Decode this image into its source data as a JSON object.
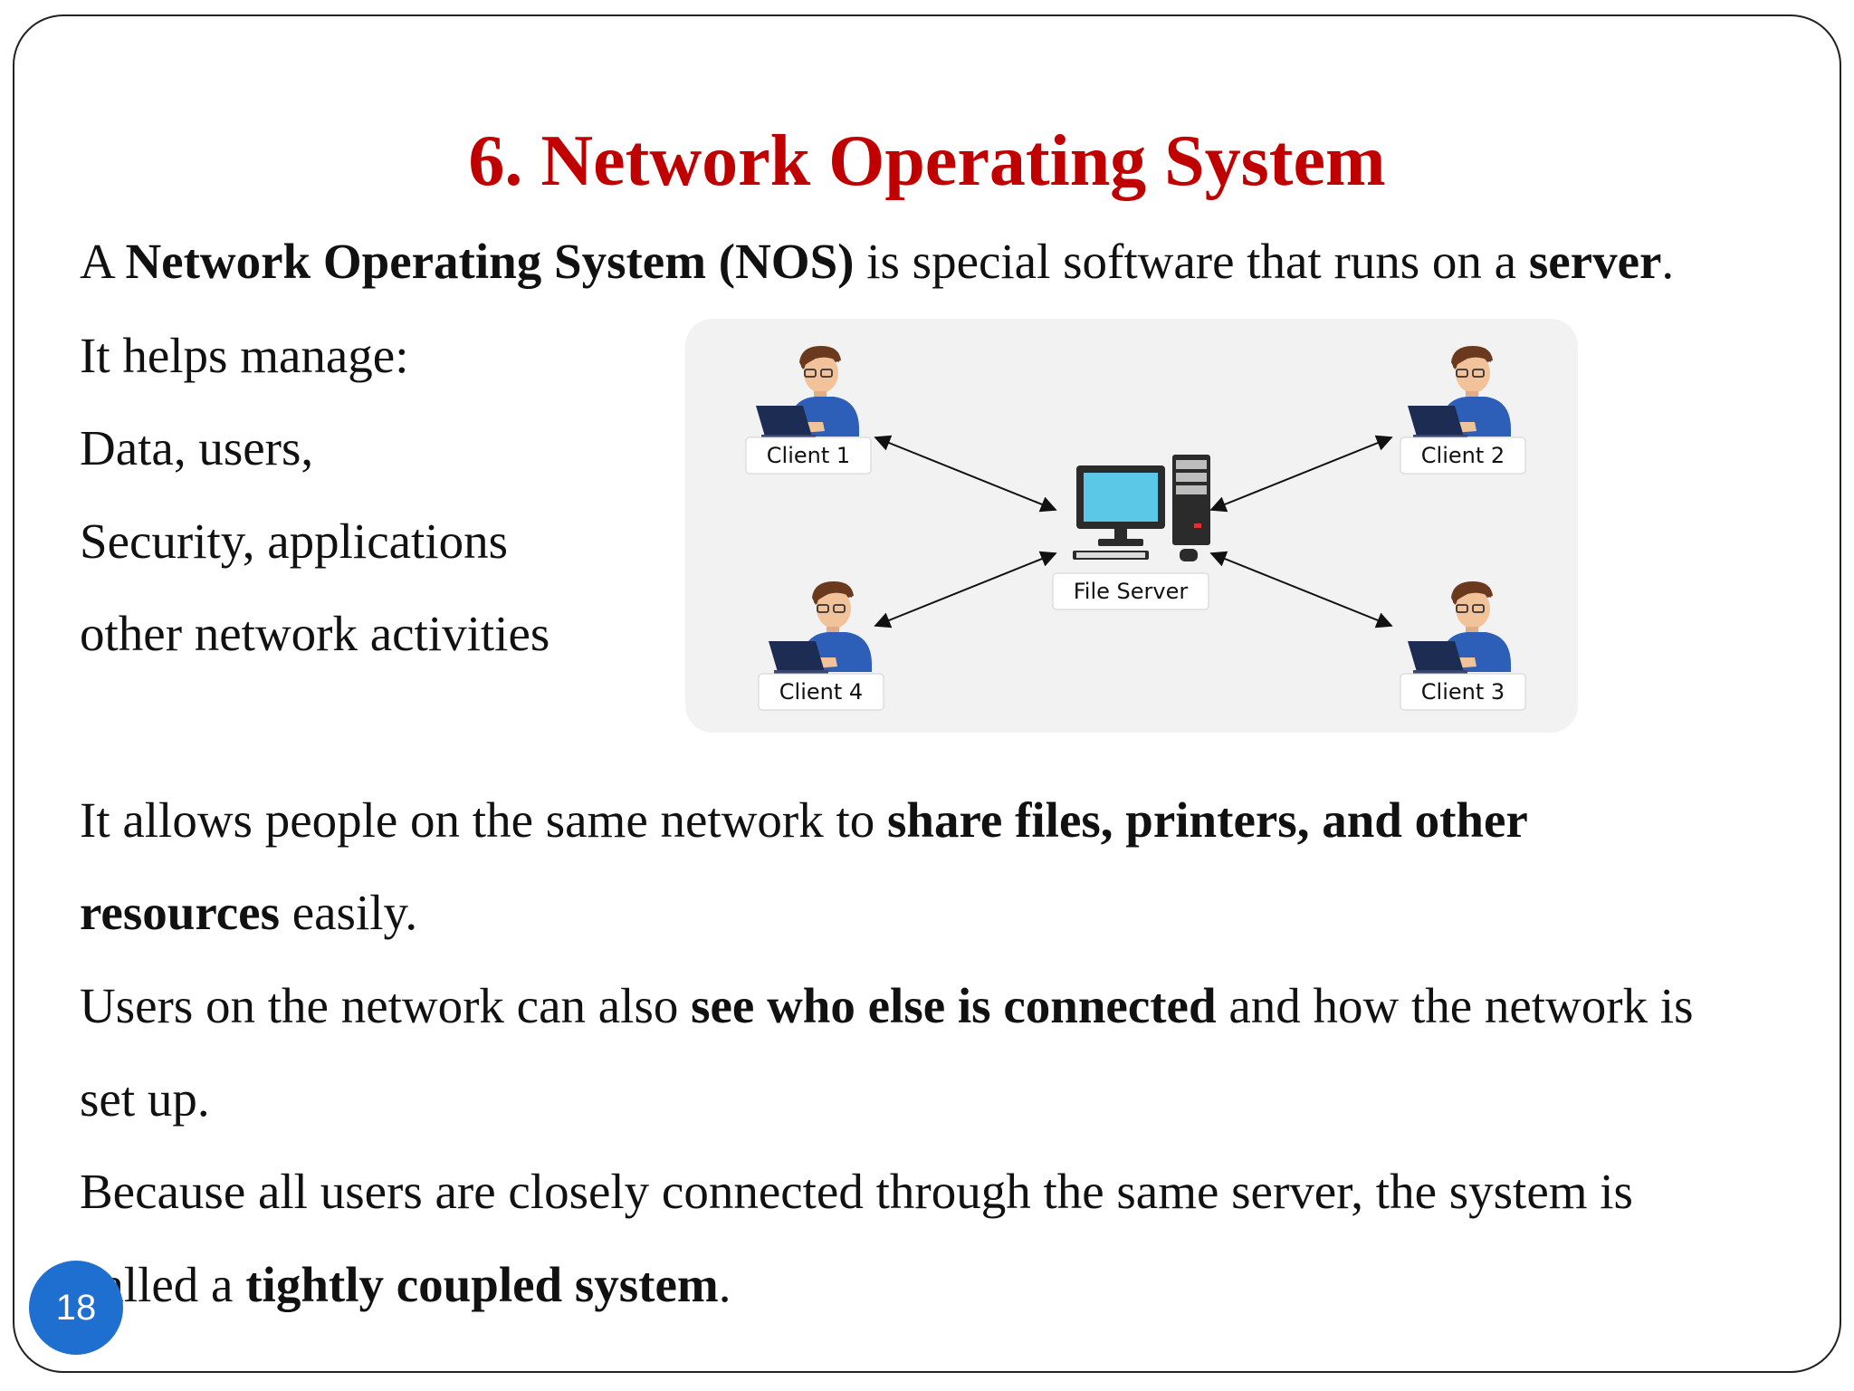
{
  "slide": {
    "title": "6. Network Operating System",
    "page_number": "18",
    "lines": [
      {
        "segments": [
          {
            "t": "A ",
            "b": false
          },
          {
            "t": "Network Operating System (NOS)",
            "b": true
          },
          {
            "t": " is special software that runs on a ",
            "b": false
          },
          {
            "t": "server",
            "b": true
          },
          {
            "t": ".",
            "b": false
          }
        ]
      },
      {
        "segments": [
          {
            "t": "It helps manage:",
            "b": false
          }
        ]
      },
      {
        "segments": [
          {
            "t": "Data, users,",
            "b": false
          }
        ]
      },
      {
        "segments": [
          {
            "t": "Security, applications",
            "b": false
          }
        ]
      },
      {
        "segments": [
          {
            "t": "other network activities",
            "b": false
          }
        ]
      },
      {
        "segments": [
          {
            "t": "It allows people on the same network to ",
            "b": false
          },
          {
            "t": "share files, printers, and other",
            "b": true
          }
        ]
      },
      {
        "segments": [
          {
            "t": "resources",
            "b": true
          },
          {
            "t": " easily.",
            "b": false
          }
        ]
      },
      {
        "segments": [
          {
            "t": "Users on the network can also ",
            "b": false
          },
          {
            "t": "see who else is connected",
            "b": true
          },
          {
            "t": " and how the network is",
            "b": false
          }
        ]
      },
      {
        "segments": [
          {
            "t": "set up.",
            "b": false
          }
        ]
      },
      {
        "segments": [
          {
            "t": "Because all users are closely connected through the same server, the system is",
            "b": false
          }
        ]
      },
      {
        "segments": [
          {
            "t": "called a ",
            "b": false
          },
          {
            "t": "tightly coupled system",
            "b": true
          },
          {
            "t": ".",
            "b": false
          }
        ]
      }
    ]
  },
  "diagram": {
    "server_label": "File Server",
    "clients": [
      {
        "label": "Client 1",
        "icon": "person-laptop-icon"
      },
      {
        "label": "Client 2",
        "icon": "person-laptop-icon"
      },
      {
        "label": "Client 3",
        "icon": "person-laptop-icon"
      },
      {
        "label": "Client 4",
        "icon": "person-laptop-icon"
      }
    ],
    "server_icon": "desktop-computer-icon",
    "colors": {
      "shirt": "#2e5fb8",
      "skin": "#f2c39a",
      "hair": "#6b3a1e",
      "laptop": "#1d2c52",
      "screen": "#5bc8e8",
      "title": "#c00000"
    }
  }
}
